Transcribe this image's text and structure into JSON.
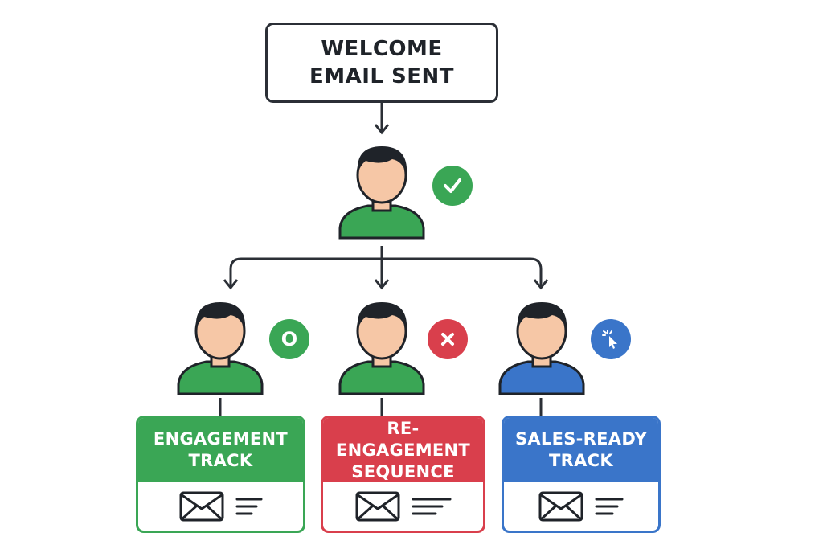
{
  "root": {
    "title": "WELCOME EMAIL SENT"
  },
  "colors": {
    "green": "#3aa655",
    "red": "#d93f4c",
    "blue": "#3a75c9",
    "line": "#2b2f36",
    "skin": "#f6c7a6",
    "hair": "#1f2329"
  },
  "top_person": {
    "badge_icon": "check-icon",
    "badge_color": "#3aa655",
    "shirt": "#3aa655"
  },
  "branches": [
    {
      "person_shirt": "#3aa655",
      "badge_icon": "circle-o-icon",
      "badge_text": "O",
      "badge_color": "#3aa655",
      "card_title": "ENGAGEMENT TRACK",
      "card_color": "#3aa655"
    },
    {
      "person_shirt": "#3aa655",
      "badge_icon": "x-icon",
      "badge_text": "",
      "badge_color": "#d93f4c",
      "card_title": "RE-ENGAGEMENT SEQUENCE",
      "card_color": "#d93f4c"
    },
    {
      "person_shirt": "#3a75c9",
      "badge_icon": "click-icon",
      "badge_text": "",
      "badge_color": "#3a75c9",
      "card_title": "SALES-READY TRACK",
      "card_color": "#3a75c9"
    }
  ]
}
